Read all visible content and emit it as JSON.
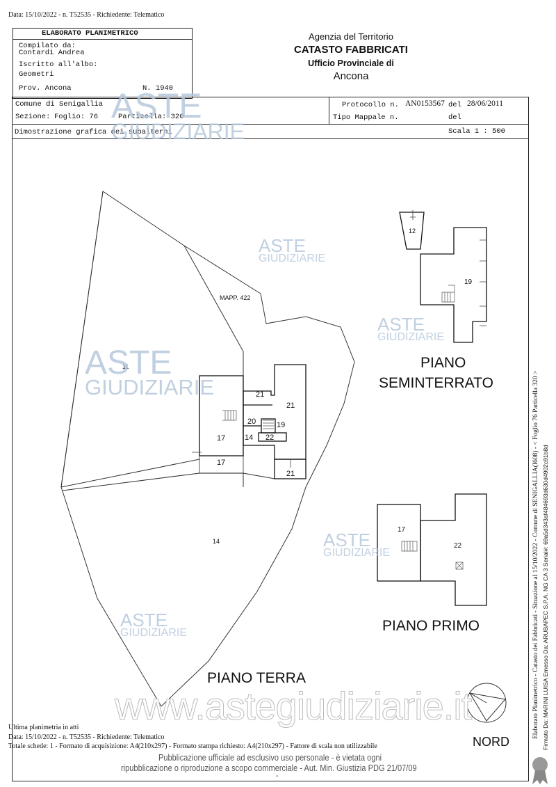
{
  "header_line": "Data: 15/10/2022 - n. T52535 - Richiedente: Telematico",
  "left_box": {
    "title": "ELABORATO PLANIMETRICO",
    "compilato_label": "Compilato da:",
    "compilato_name": "Contardi Andrea",
    "iscritto_label": "Iscritto all'albo:",
    "albo": "Geometri",
    "prov": "Prov. Ancona",
    "numero": "N. 1940"
  },
  "agency": {
    "line1": "Agenzia del Territorio",
    "line2": "CATASTO FABBRICATI",
    "line3": "Ufficio Provinciale di",
    "line4": "Ancona"
  },
  "info": {
    "comune": "Comune di Senigallia",
    "sezione": "Sezione:",
    "foglio": "Foglio: 76",
    "particella": "Particella: 320",
    "protocollo_label": "Protocollo n.",
    "protocollo": "AN0153567",
    "del1": "del",
    "data": "28/06/2011",
    "tipo_mappale": "Tipo Mappale n.",
    "del2": "del",
    "dimostrazione": "Dimostrazione grafica dei subalterni",
    "scala": "Scala 1 : 500"
  },
  "plan": {
    "mapp": "MAPP. 422",
    "labels": {
      "p11": "11",
      "p14": "14",
      "p17a": "17",
      "p17b": "17",
      "p20": "20",
      "p21a": "21",
      "p21b": "21",
      "p21c": "21",
      "p19": "19",
      "p14b": "14",
      "p22": "22",
      "s12": "12",
      "s19": "19",
      "pp17": "17",
      "pp22": "22"
    },
    "piano_terra": "PIANO TERRA",
    "piano_sem1": "PIANO",
    "piano_sem2": "SEMINTERRATO",
    "piano_primo": "PIANO PRIMO",
    "nord": "NORD"
  },
  "watermark": {
    "aste": "ASTE",
    "giudiziarie": "GIUDIZIARIE",
    "site": "www.astegiudiziarie.it"
  },
  "footer": {
    "ultima": "Ultima planimetria in atti",
    "data": "Data: 15/10/2022 - n. T52535 - Richiedente: Telematico",
    "totale": "Totale schede: 1 - Formato di acquisizione: A4(210x297) - Formato stampa richiesto: A4(210x297) - Fattore di scala non utilizzabile",
    "pubblicazione1": "Pubblicazione ufficiale ad esclusivo uso personale - è vietata ogni",
    "pubblicazione2": "ripubblicazione o riproduzione a scopo commerciale - Aut. Min. Giustizia PDG 21/07/09",
    "dash": "-"
  },
  "side": {
    "line1": "Elaborato Planimetrico - Catasto dei Fabbricati - Situazione al 15/10/2022 - Comune di SENIGALLIA(I608) - < Foglio 76 Particella 320 >",
    "line2": "Firmato Da: MARINI LUISA Emesso Da: ARUBAPEC S.P.A. NG CA 3 Serial#: 69a5d343af484693d630d4902c91b8d"
  }
}
